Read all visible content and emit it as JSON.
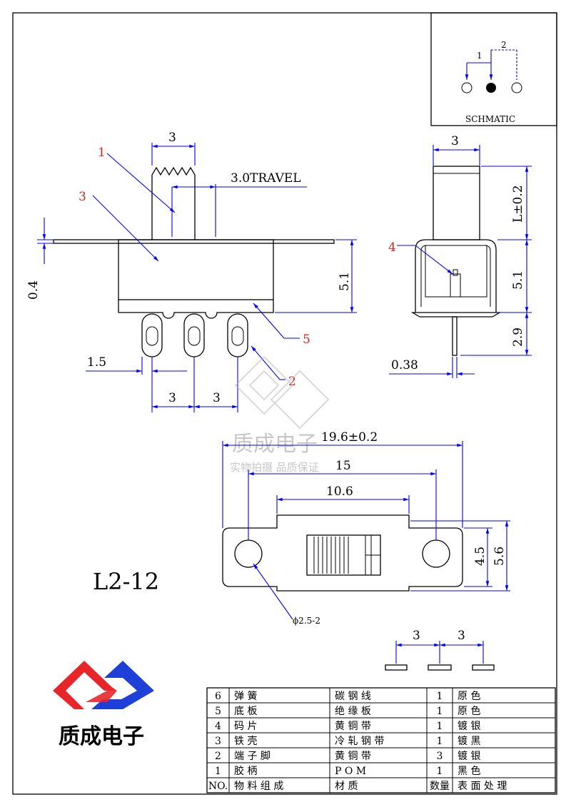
{
  "model": "L2-12",
  "schematic": {
    "label": "SCHMATIC",
    "pin1": "1",
    "pin2": "2"
  },
  "front_view": {
    "dim_handle_width": "3",
    "dim_travel": "3.0TRAVEL",
    "dim_plate_thickness": "0.4",
    "dim_body_height": "5.1",
    "dim_pin_offset": "1.5",
    "dim_pitch_1": "3",
    "dim_pitch_2": "3",
    "callouts": [
      "1",
      "3",
      "5",
      "2"
    ]
  },
  "side_view": {
    "dim_handle_width": "3",
    "dim_handle_length": "L±0.2",
    "dim_body_height": "5.1",
    "dim_pin_length": "2.9",
    "dim_pin_thickness": "0.38",
    "callout": "4"
  },
  "bottom_view": {
    "dim_overall": "19.6±0.2",
    "dim_hole_pitch": "15",
    "dim_body": "10.6",
    "dim_body_height": "4.5",
    "dim_plate_height": "5.6",
    "dim_hole": "ϕ2.5-2"
  },
  "footprint": {
    "pitch_1": "3",
    "pitch_2": "3"
  },
  "watermark": {
    "title": "质成电子",
    "subtitle": "实物拍摄 品质保证"
  },
  "logo": {
    "text": "质成电子",
    "red": "#e8262a",
    "blue": "#1e3fd8"
  },
  "bom": {
    "header": [
      "NO.",
      "物 料 组 成",
      "材 质",
      "数量",
      "表 面 处 理"
    ],
    "rows": [
      [
        "6",
        "弹 簧",
        "碳 钢 线",
        "1",
        "原 色"
      ],
      [
        "5",
        "底 板",
        "绝 缘 板",
        "1",
        "原 色"
      ],
      [
        "4",
        "码 片",
        "黄 铜 带",
        "1",
        "镀 银"
      ],
      [
        "3",
        "铁 壳",
        "冷 轧 钢 带",
        "1",
        "镀 黑"
      ],
      [
        "2",
        "端 子 脚",
        "黄 铜 带",
        "3",
        "镀 银"
      ],
      [
        "1",
        "胶 柄",
        "P O M",
        "1",
        "黑 色"
      ]
    ]
  }
}
